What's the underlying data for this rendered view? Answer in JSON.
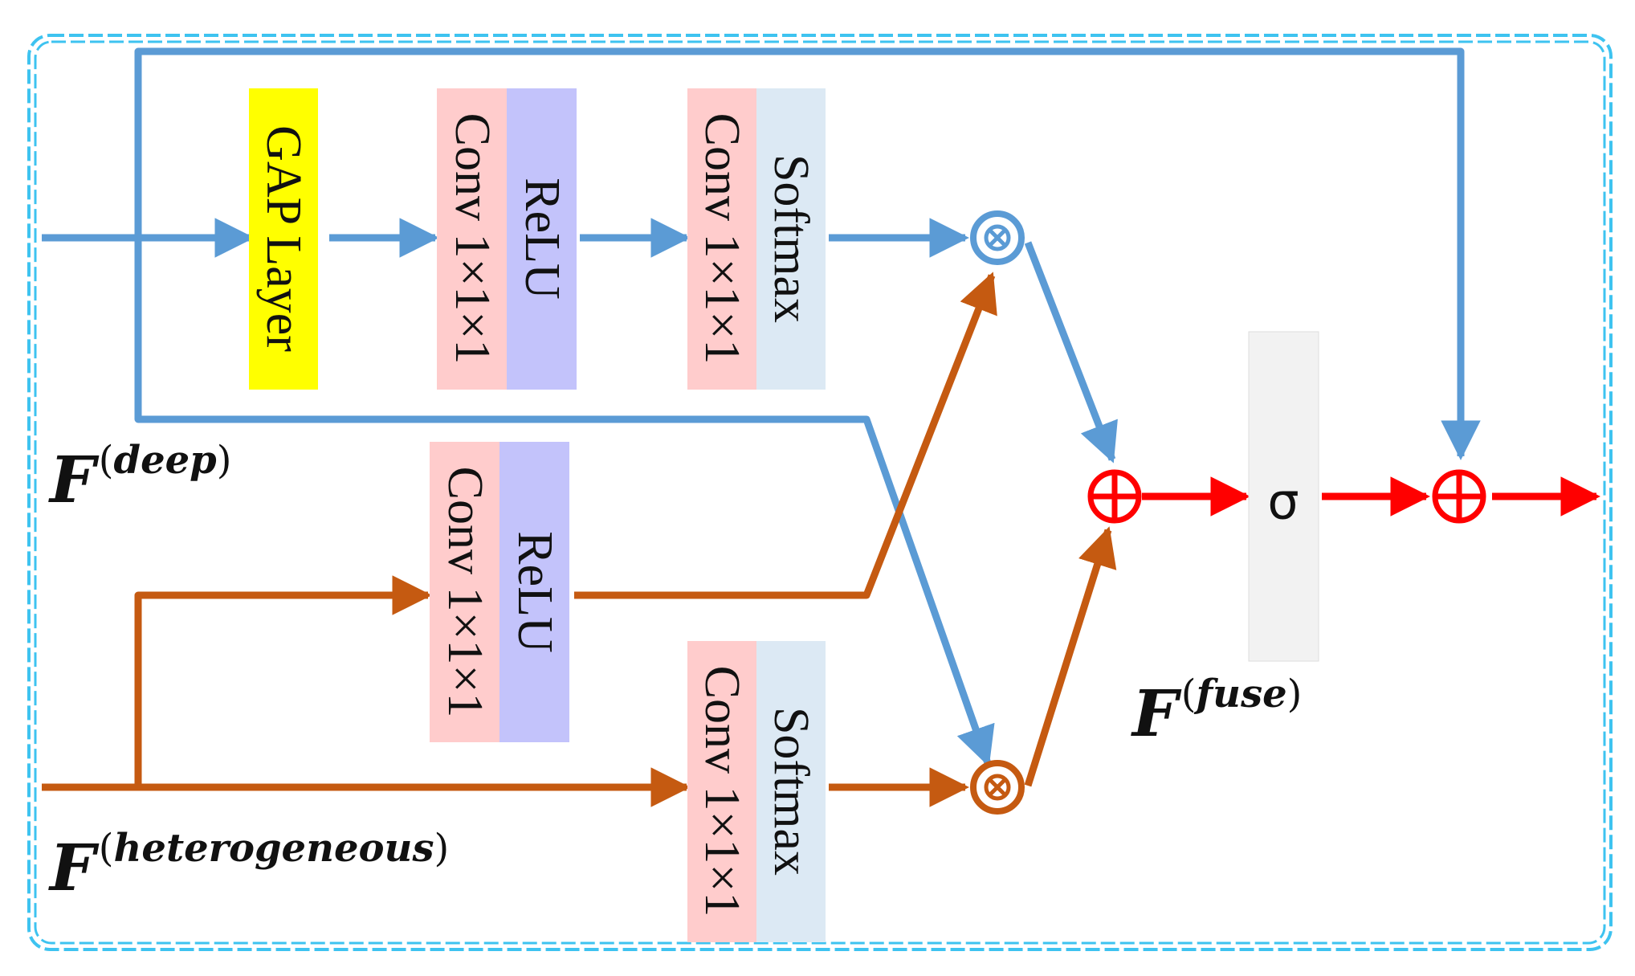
{
  "colors": {
    "blue": "#5b9bd5",
    "orange": "#c55a11",
    "red": "#ff0000",
    "frame": "#3ec3f0",
    "gap_fill": "#ffff00",
    "conv_fill": "#ffcccc",
    "relu_fill": "#c3c3fb",
    "softmax_fill": "#dce9f4",
    "sigma_fill": "#f2f2f2"
  },
  "blocks": {
    "gap": "GAP Layer",
    "conv": "Conv 1×1×1",
    "relu": "ReLU",
    "softmax": "Softmax",
    "sigma": "σ"
  },
  "labels": {
    "deep": {
      "base": "F",
      "sup": "deep"
    },
    "heterogeneous": {
      "base": "F",
      "sup": "heterogeneous"
    },
    "fuse": {
      "base": "F",
      "sup": "fuse"
    }
  },
  "operators": {
    "multiply": "⊗",
    "add": "⊕"
  }
}
